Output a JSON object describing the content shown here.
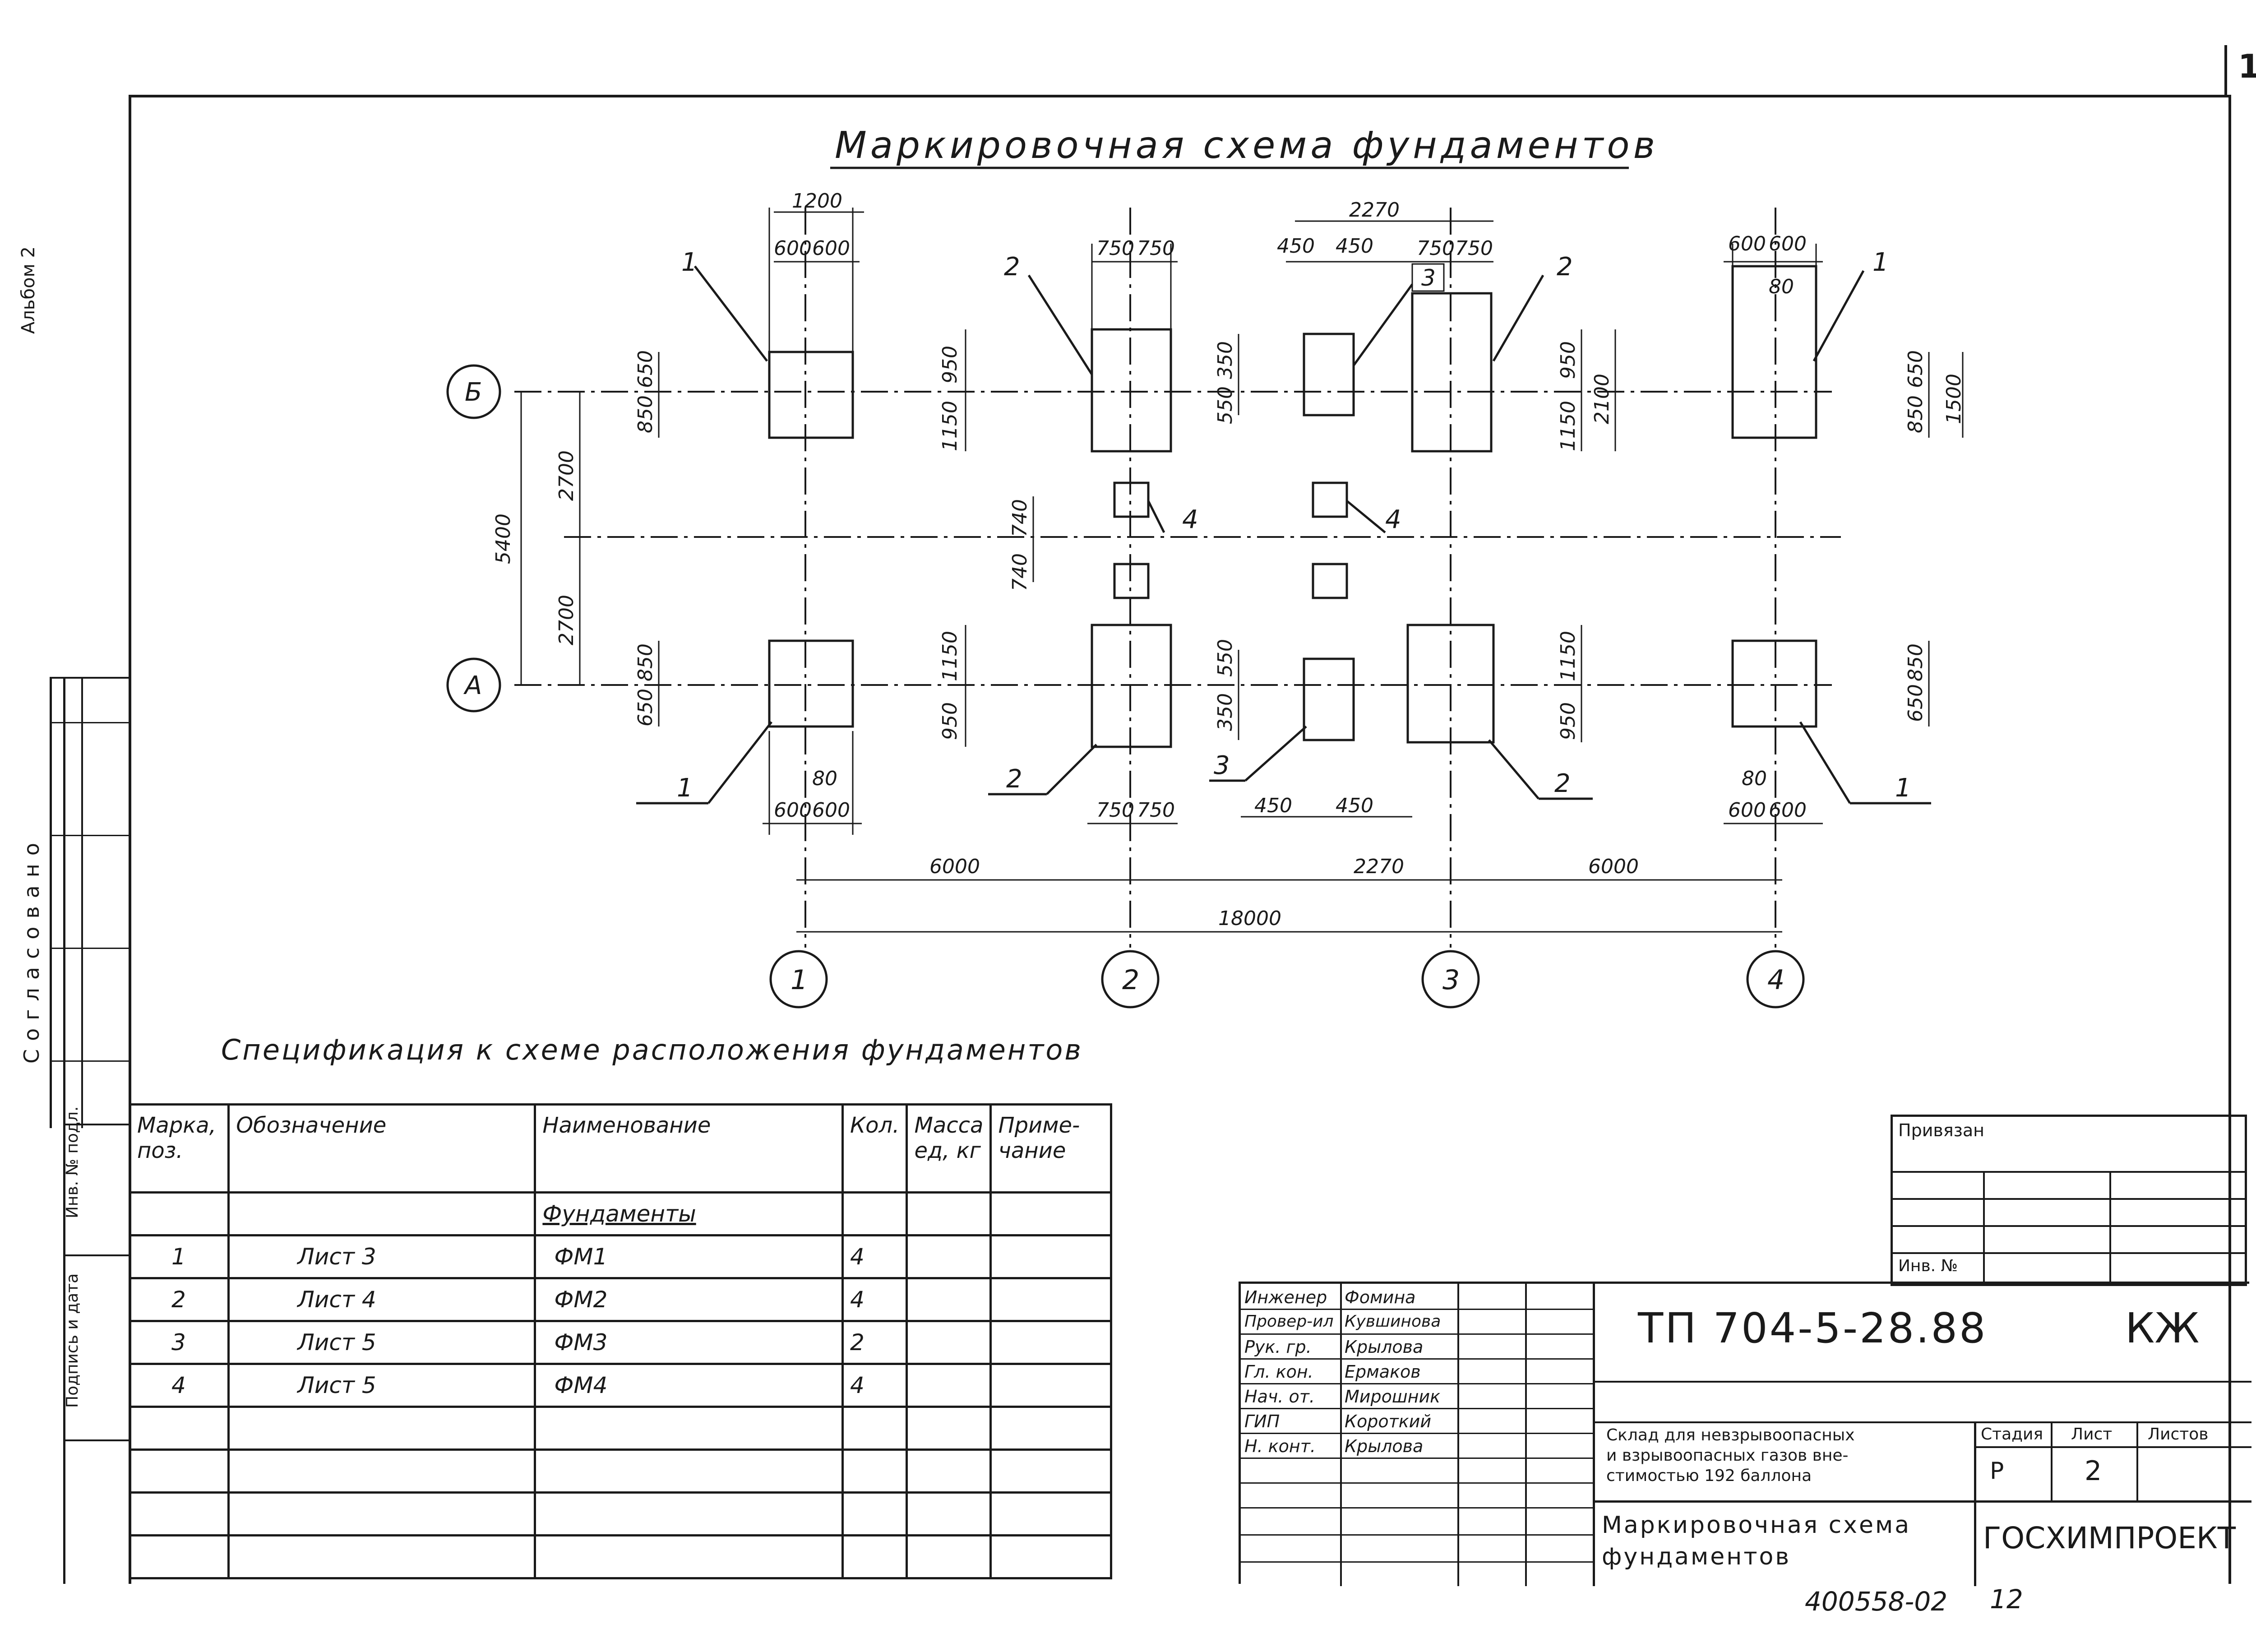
{
  "page": {
    "sheet_number": "12",
    "bottom_code": "400558-02",
    "bottom_sheet": "12"
  },
  "plan": {
    "title": "Маркировочная схема фундаментов",
    "axes_letters": [
      "Б",
      "А"
    ],
    "axes_numbers": [
      "1",
      "2",
      "3",
      "4"
    ],
    "dims": {
      "top_1200": "1200",
      "top_2270": "2270",
      "d600": "600",
      "d750": "750",
      "d450": "450",
      "d80": "80",
      "d650": "650",
      "d850": "850",
      "d950": "950",
      "d1150": "1150",
      "d550": "550",
      "d350": "350",
      "d2100": "2100",
      "d1500": "1500",
      "d740": "740",
      "d2700": "2700",
      "d5400": "5400",
      "d6000": "6000",
      "d2270": "2270",
      "d18000": "18000"
    },
    "marks": [
      "1",
      "2",
      "3",
      "4"
    ]
  },
  "spec": {
    "title": "Спецификация к схеме расположения фундаментов",
    "headers": [
      "Марка, поз.",
      "Обозначение",
      "Наименование",
      "Кол.",
      "Масса ед, кг",
      "Приме- чание"
    ],
    "group": "Фундаменты",
    "rows": [
      {
        "pos": "1",
        "doc": "Лист 3",
        "name": "ФМ1",
        "qty": "4"
      },
      {
        "pos": "2",
        "doc": "Лист 4",
        "name": "ФМ2",
        "qty": "4"
      },
      {
        "pos": "3",
        "doc": "Лист 5",
        "name": "ФМ3",
        "qty": "2"
      },
      {
        "pos": "4",
        "doc": "Лист 5",
        "name": "ФМ4",
        "qty": "4"
      }
    ]
  },
  "left_margin": {
    "agreed": "Согласовано",
    "inv_orig": "Инв. № подл.",
    "sign_date": "Подпись и дата",
    "album": "Альбом 2"
  },
  "title_block": {
    "attached": "Привязан",
    "inv_no": "Инв. №",
    "code": "ТП 704-5-28.88",
    "suffix": "КЖ",
    "people": [
      {
        "role": "Инженер",
        "name": "Фомина"
      },
      {
        "role": "Провер-ил",
        "name": "Кувшинова"
      },
      {
        "role": "Рук. гр.",
        "name": "Крылова"
      },
      {
        "role": "Гл. кон.",
        "name": "Ермаков"
      },
      {
        "role": "Нач. от.",
        "name": "Мирошник"
      },
      {
        "role": "ГИП",
        "name": "Короткий"
      },
      {
        "role": "Н. конт.",
        "name": "Крылова"
      }
    ],
    "object_line1": "Склад для невзрывоопасных",
    "object_line2": "и взрывоопасных газов вне-",
    "object_line3": "стимостью 192 баллона",
    "stage_h": "Стадия",
    "sheet_h": "Лист",
    "sheets_h": "Листов",
    "stage": "Р",
    "sheet": "2",
    "sheets": "",
    "drawing_title_1": "Маркировочная схема",
    "drawing_title_2": "фундаментов",
    "org": "ГОСХИМПРОЕКТ"
  }
}
